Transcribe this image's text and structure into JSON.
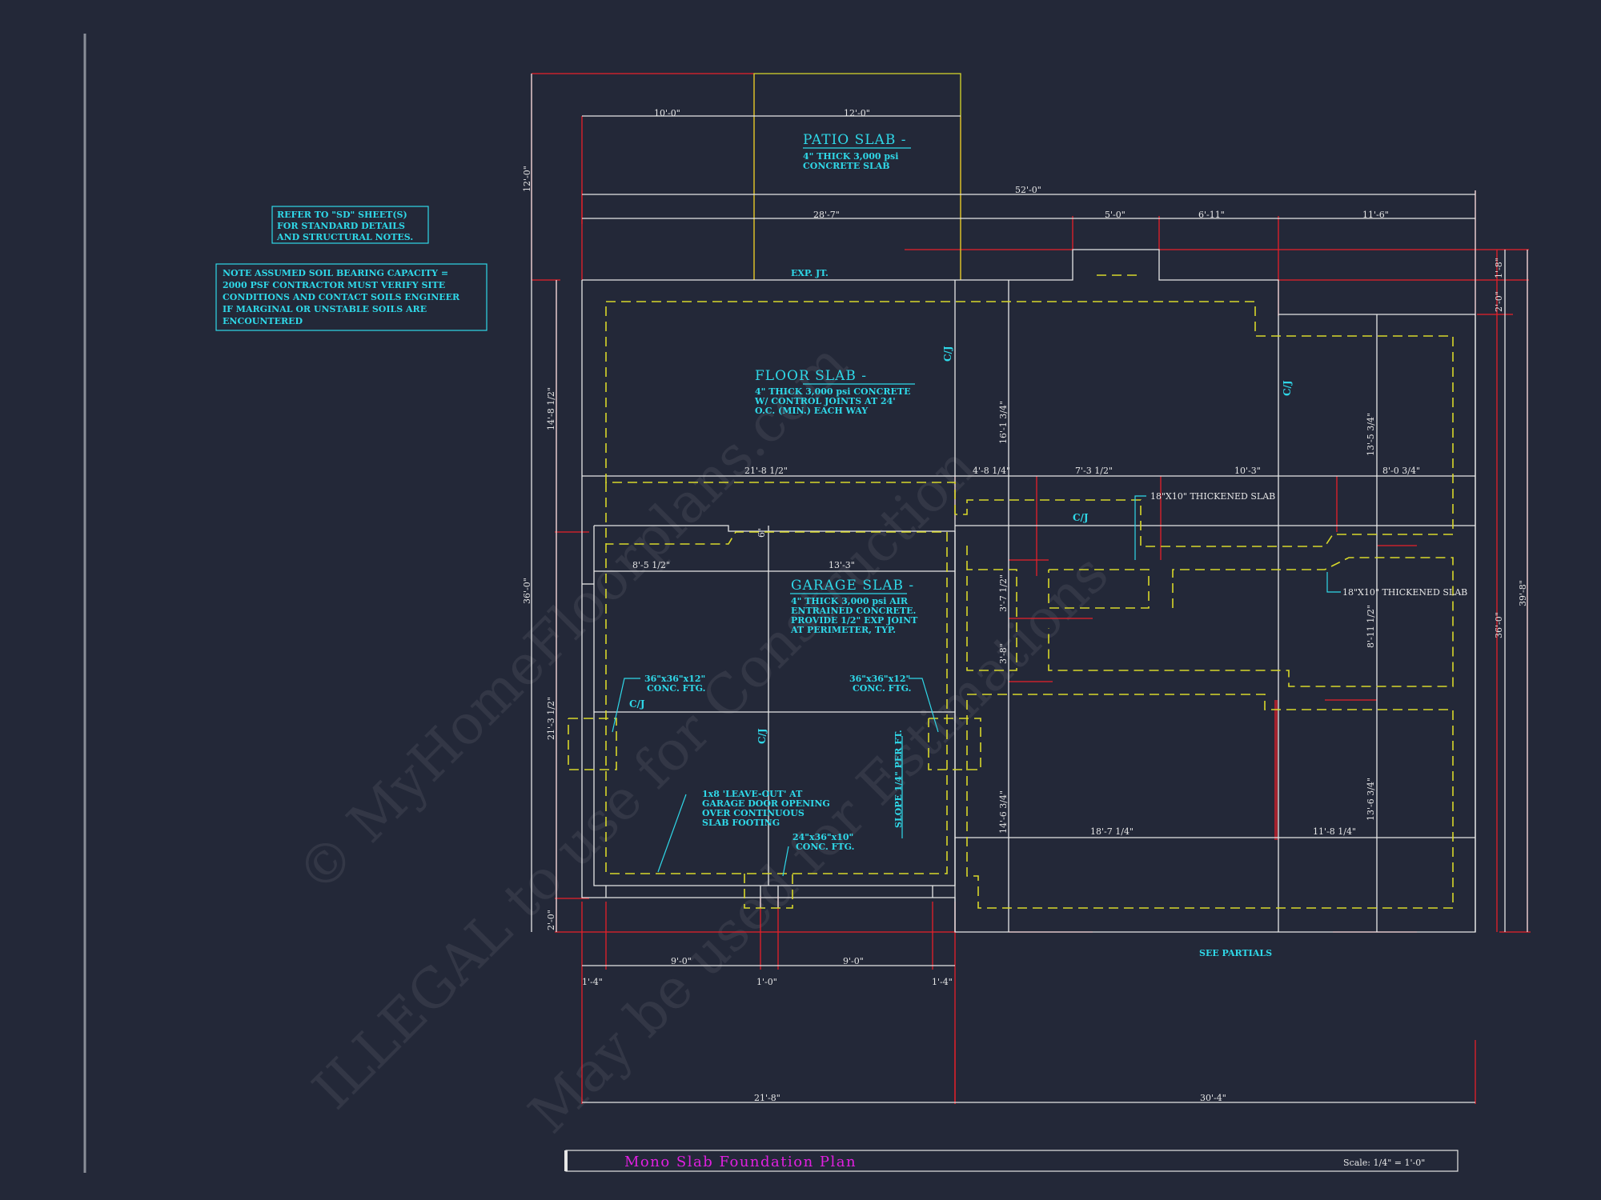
{
  "notes": {
    "refer": [
      "REFER TO \"SD\" SHEET(S)",
      "FOR STANDARD DETAILS",
      "AND STRUCTURAL NOTES."
    ],
    "soil": [
      "NOTE ASSUMED SOIL BEARING CAPACITY =",
      "2000 PSF CONTRACTOR MUST VERIFY SITE",
      "CONDITIONS AND CONTACT SOILS ENGINEER",
      "IF MARGINAL OR UNSTABLE SOILS ARE",
      "ENCOUNTERED"
    ]
  },
  "slabs": {
    "patio": {
      "title": "PATIO SLAB -",
      "lines": [
        "4\" THICK 3,000 psi",
        "CONCRETE SLAB"
      ]
    },
    "floor": {
      "title": "FLOOR SLAB -",
      "lines": [
        "4\" THICK 3,000 psi CONCRETE",
        "W/ CONTROL JOINTS AT 24'",
        "O.C. (MIN.) EACH WAY"
      ]
    },
    "garage": {
      "title": "GARAGE SLAB -",
      "lines": [
        "4\" THICK 3,000 psi AIR",
        "ENTRAINED CONCRETE.",
        "PROVIDE 1/2\" EXP JOINT",
        "AT PERIMETER, TYP."
      ]
    }
  },
  "callouts": {
    "exp_jt": "EXP. JT.",
    "cj": "C/J",
    "thickened_slab": "18\"X10\" THICKENED SLAB",
    "ftg_36": [
      "36\"x36\"x12\"",
      "CONC. FTG."
    ],
    "ftg_24": [
      "24\"x36\"x10\"",
      "CONC. FTG."
    ],
    "leave_out": [
      "1x8 'LEAVE-OUT' AT",
      "GARAGE DOOR OPENING",
      "OVER CONTINUOUS",
      "SLAB FOOTING"
    ],
    "slope": "SLOPE 1/4\" PER FT.",
    "see_partials": "SEE PARTIALS"
  },
  "dimensions": {
    "top_10_0": "10'-0\"",
    "top_12_0": "12'-0\"",
    "top_52_0": "52'-0\"",
    "top_28_7": "28'-7\"",
    "top_5_0": "5'-0\"",
    "top_6_11": "6'-11\"",
    "top_11_6": "11'-6\"",
    "left_12_0": "12'-0\"",
    "left_14_8h": "14'-8 1/2\"",
    "left_36_0": "36'-0\"",
    "left_21_3h": "21'-3 1/2\"",
    "left_2_0": "2'-0\"",
    "right_1_8": "1'-8\"",
    "right_2_0": "2'-0\"",
    "right_36_0": "36'-0\"",
    "right_39_8": "39'-8\"",
    "mid_21_8h": "21'-8 1/2\"",
    "mid_4_8q": "4'-8 1/4\"",
    "mid_7_3h": "7'-3 1/2\"",
    "mid_10_3": "10'-3\"",
    "mid_8_0tq": "8'-0 3/4\"",
    "mid_8_5h": "8'-5 1/2\"",
    "mid_13_3": "13'-3\"",
    "v_16_1tq": "16'-1 3/4\"",
    "v_13_5tq": "13'-5 3/4\"",
    "v_3_7h": "3'-7 1/2\"",
    "v_3_8": "3'-8\"",
    "v_8_11h": "8'-11 1/2\"",
    "v_14_6tq": "14'-6 3/4\"",
    "v_13_6tq": "13'-6 3/4\"",
    "low_18_7q": "18'-7 1/4\"",
    "low_11_8q": "11'-8 1/4\"",
    "bot_9_0a": "9'-0\"",
    "bot_9_0b": "9'-0\"",
    "bot_1_4a": "1'-4\"",
    "bot_1_0": "1'-0\"",
    "bot_1_4b": "1'-4\"",
    "bot_21_8": "21'-8\"",
    "bot_30_4": "30'-4\"",
    "small_6": "6\""
  },
  "watermark": [
    "© MyHomeFloorplans.com",
    "ILLEGAL to use for Construction",
    "May be used for Estimations"
  ],
  "title_bar": {
    "title": "Mono Slab Foundation Plan",
    "scale": "Scale: 1/4\" = 1'-0\""
  },
  "colors": {
    "background": "#232838",
    "cyan": "#2fd8e8",
    "magenta": "#e020e0",
    "red": "#e8202a",
    "yellow": "#d8d82a"
  }
}
